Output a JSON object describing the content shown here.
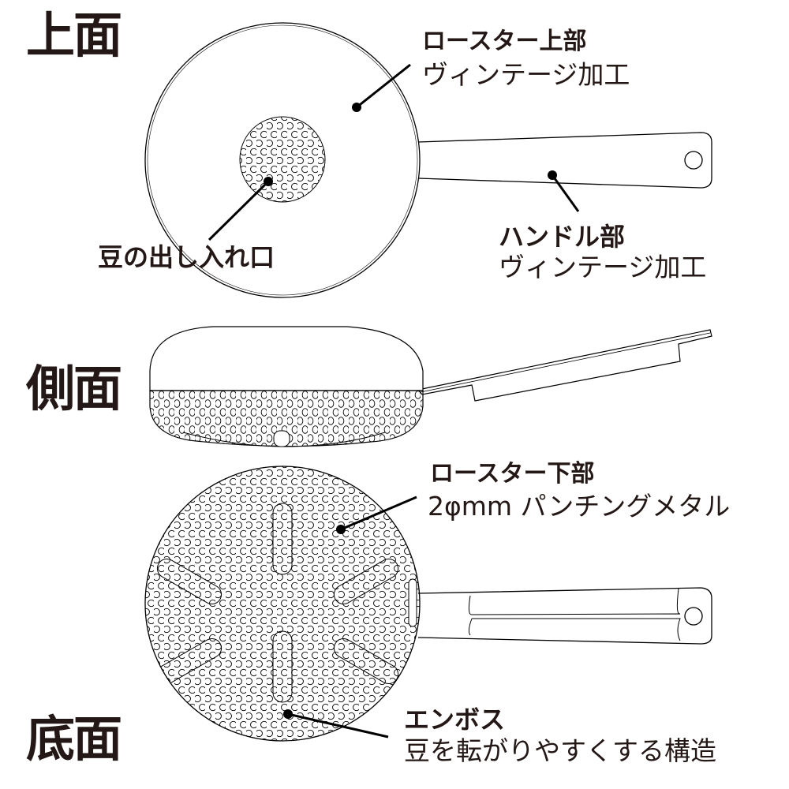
{
  "colors": {
    "ink": "#231815",
    "line": "#000000",
    "background": "#ffffff"
  },
  "views": {
    "top": {
      "label": "上面"
    },
    "side": {
      "label": "側面"
    },
    "bottom": {
      "label": "底面"
    }
  },
  "callouts": {
    "roaster_top": {
      "title": "ロースター上部",
      "sub": "ヴィンテージ加工"
    },
    "bean_port": {
      "title": "豆の出し入れ口"
    },
    "handle": {
      "title": "ハンドル部",
      "sub": "ヴィンテージ加工"
    },
    "roaster_bottom": {
      "title": "ロースター下部",
      "sub": "2φmm パンチングメタル"
    },
    "emboss": {
      "title": "エンボス",
      "sub": "豆を転がりやすくする構造"
    }
  }
}
